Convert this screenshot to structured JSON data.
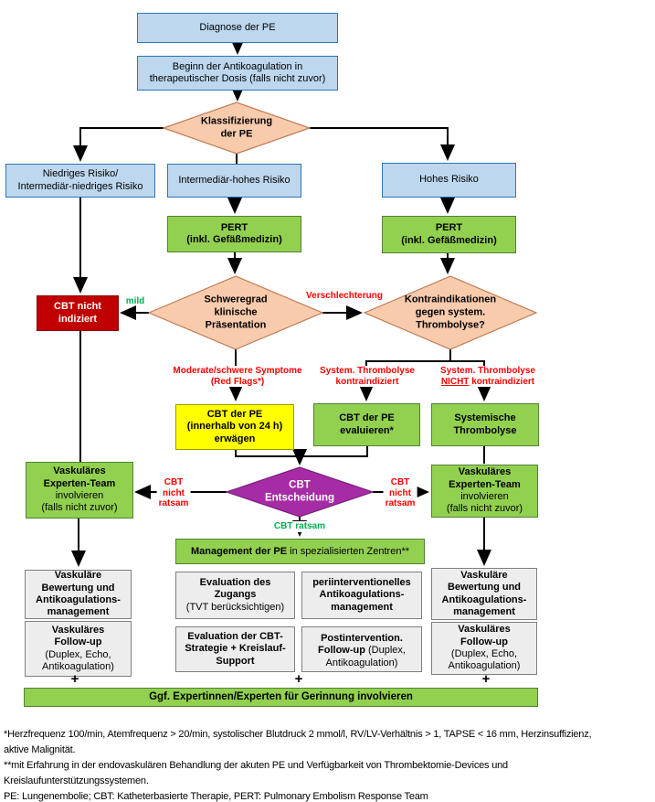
{
  "colors": {
    "blue_fill": "#BDD7EE",
    "blue_border": "#2E75B6",
    "peach_fill": "#F8CBAD",
    "peach_border": "#C07A52",
    "green_fill": "#92D050",
    "green_border": "#538135",
    "red_fill": "#C00000",
    "yellow_fill": "#FFFF00",
    "yellow_border": "#9A9A00",
    "purple_fill": "#A62CA5",
    "purple_border": "#7A1F7A",
    "gray_fill": "#EDEDED",
    "gray_border": "#7F7F7F",
    "label_red": "#FF0000",
    "label_green": "#00B050",
    "line": "#000000"
  },
  "nodes": {
    "diagnose": "Diagnose der PE",
    "beginn": "Beginn der Antikoagulation in\ntherapeutischer Dosis (falls nicht zuvor)",
    "klassifizierung": "Klassifizierung\nder PE",
    "niedriges_risiko": "Niedriges Risiko/\nIntermediär-niedriges Risiko",
    "intermediaer_hohes_risiko": "Intermediär-hohes Risiko",
    "hohes_risiko": "Hohes Risiko",
    "pert": "PERT\n(inkl. Gefäßmedizin)",
    "cbt_nicht_indiziert": "CBT nicht\nindiziert",
    "schweregrad": "Schweregrad\nklinische\nPräsentation",
    "kontraindikationen": "Kontraindikationen\ngegen system.\nThrombolyse?",
    "cbt_erwaegen": "CBT der PE\n(innerhalb von 24 h)\nerwägen",
    "cbt_evaluieren": "CBT der PE\nevaluieren*",
    "systemische_thrombolyse": "Systemische\nThrombolyse",
    "experten_team_bold": "Vaskuläres\nExperten-Team",
    "experten_team_rest": "involvieren\n(falls nicht zuvor)",
    "cbt_entscheidung": "CBT\nEntscheidung",
    "management_bold": "Management der PE",
    "management_rest": " in spezialisierten Zentren**",
    "vask_bewertung": "Vaskuläre\nBewertung und\nAntikoagulations-\nmanagement",
    "vask_followup_bold": "Vaskuläres\nFollow-up",
    "vask_followup_rest": "(Duplex, Echo,\nAntikoagulation)",
    "eval_zugang_bold": "Evaluation des\nZugangs",
    "eval_zugang_rest": "(TVT berücksichtigen)",
    "periinterventionell": "periinterventionelles\nAntikoagulations-\nmanagement",
    "eval_cbt_strategie": "Evaluation der CBT-\nStrategie + Kreislauf-\nSupport",
    "postintervention_bold": "Postintervention.\nFollow-up",
    "postintervention_rest": " (Duplex,\nAntikoagulation)",
    "gerinnung_bar": "Ggf. Expertinnen/Experten für Gerinnung involvieren",
    "plus": "+"
  },
  "labels": {
    "mild": "mild",
    "verschlechterung": "Verschlechterung",
    "moderate_symptome": "Moderate/schwere Symptome\n(Red Flags*)",
    "sys_thrombolyse_kontra": "System. Thrombolyse\nkontraindiziert",
    "sys_nicht_l1": "System. Thrombolyse",
    "sys_nicht_underline": "NICHT",
    "sys_nicht_rest": " kontraindiziert",
    "cbt_nicht_ratsam": "CBT\nnicht\nratsam",
    "cbt_ratsam": "CBT ratsam"
  },
  "footnotes": {
    "f1": "*Herzfrequenz 100/min, Atemfrequenz > 20/min, systolischer Blutdruck 2 mmol/l, RV/LV-Verhältnis > 1, TAPSE < 16 mm, Herzinsuffizienz,\naktive Malignität.",
    "f2": "**mit Erfahrung in der endovaskulären Behandlung der akuten PE und Verfügbarkeit von Thrombektomie-Devices und\nKreislaufunterstützungssystemen.",
    "f3": "PE: Lungenembolie; CBT: Katheterbasierte Therapie, PERT: Pulmonary Embolism Response Team"
  }
}
